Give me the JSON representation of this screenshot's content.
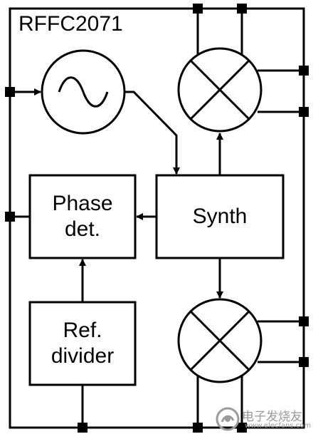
{
  "diagram": {
    "chip_name": "RFFC2071",
    "blocks": {
      "phase_detector": "Phase\ndet.",
      "synthesizer": "Synth",
      "reference_divider": "Ref.\ndivider"
    }
  },
  "watermark": {
    "text": "电子发烧友",
    "sub": "www.elecfans.com"
  },
  "colors": {
    "stroke": "#000000",
    "background": "#ffffff",
    "watermark": "#9a9a9a"
  }
}
